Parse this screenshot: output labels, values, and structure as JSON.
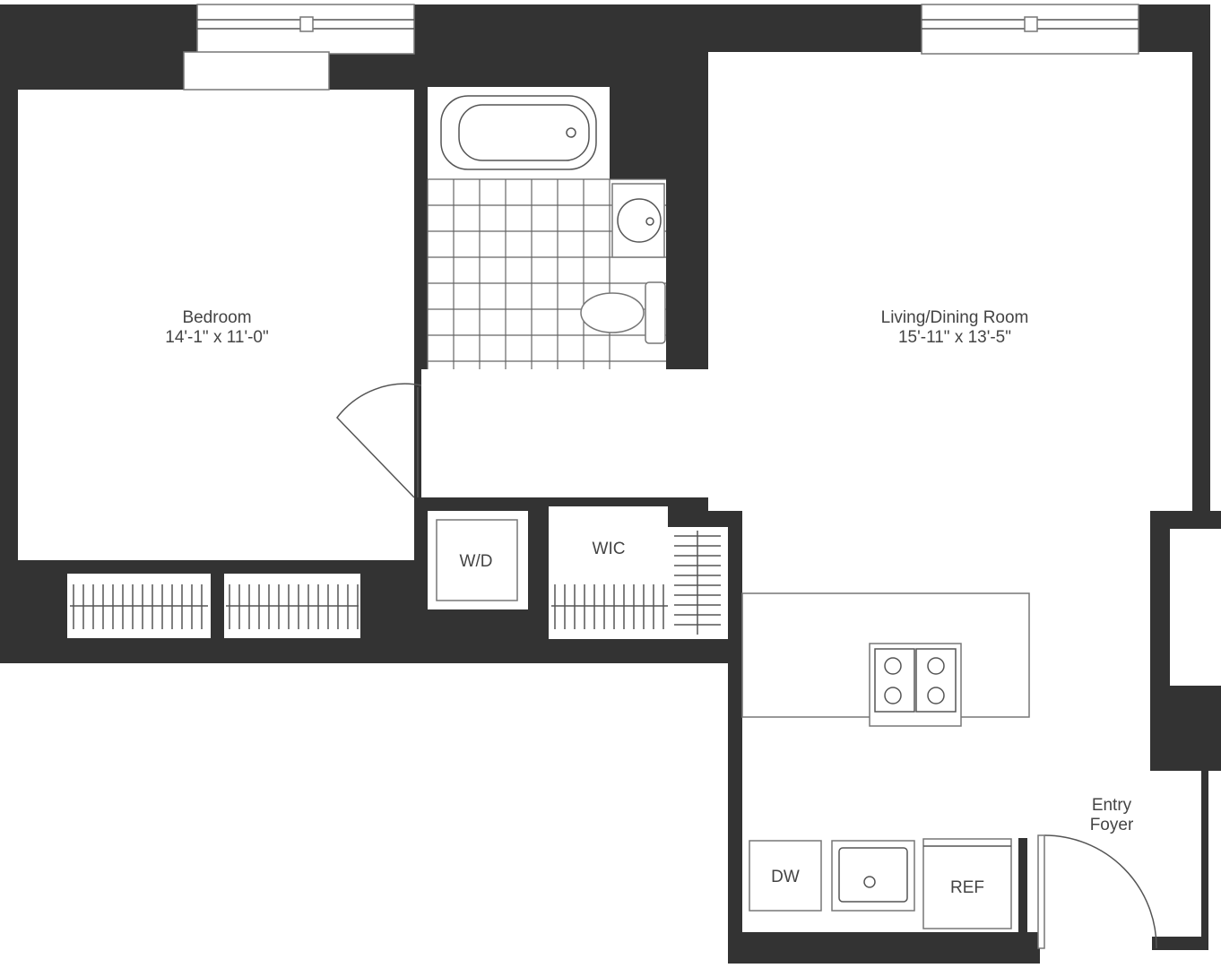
{
  "rooms": {
    "bedroom": {
      "name": "Bedroom",
      "size": "14'-1\" x 11'-0\""
    },
    "living": {
      "name": "Living/Dining Room",
      "size": "15'-11\" x 13'-5\""
    },
    "entry": {
      "line1": "Entry",
      "line2": "Foyer"
    },
    "wd": "W/D",
    "wic": "WIC"
  },
  "appliances": {
    "dw": "DW",
    "ref": "REF"
  },
  "colors": {
    "wall": "#333333"
  }
}
